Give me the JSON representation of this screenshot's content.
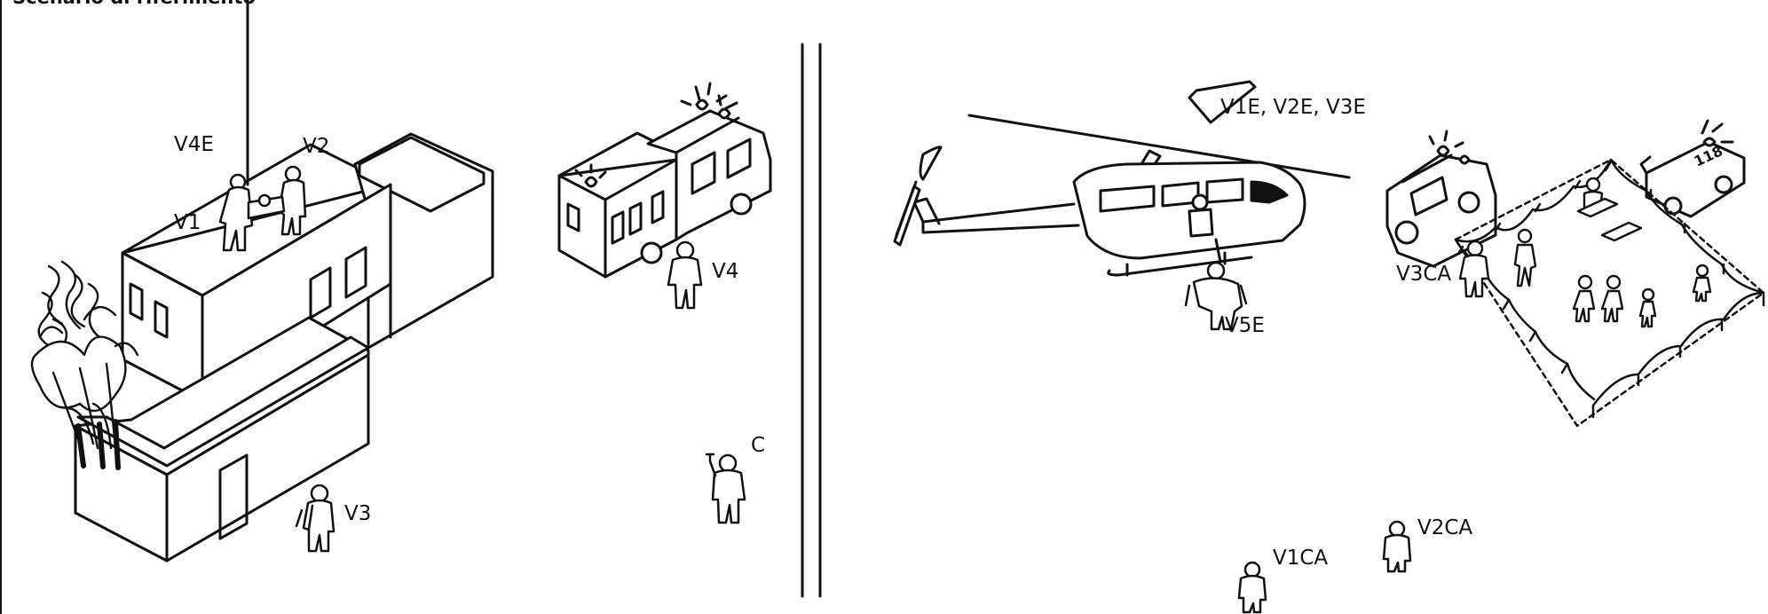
{
  "title": "Scenario di riferimento",
  "labels": {
    "v4e": "V4E",
    "v2": "V2",
    "v1": "V1",
    "v4": "V4",
    "v3": "V3",
    "c": "C",
    "v123e": "V1E, V2E, V3E",
    "v5e": "V5E",
    "v3ca": "V3CA",
    "v1ca": "V1CA",
    "v2ca": "V2CA"
  },
  "ambulance_sign": "118",
  "colors": {
    "ink": "#111111",
    "paper": "#ffffff"
  }
}
